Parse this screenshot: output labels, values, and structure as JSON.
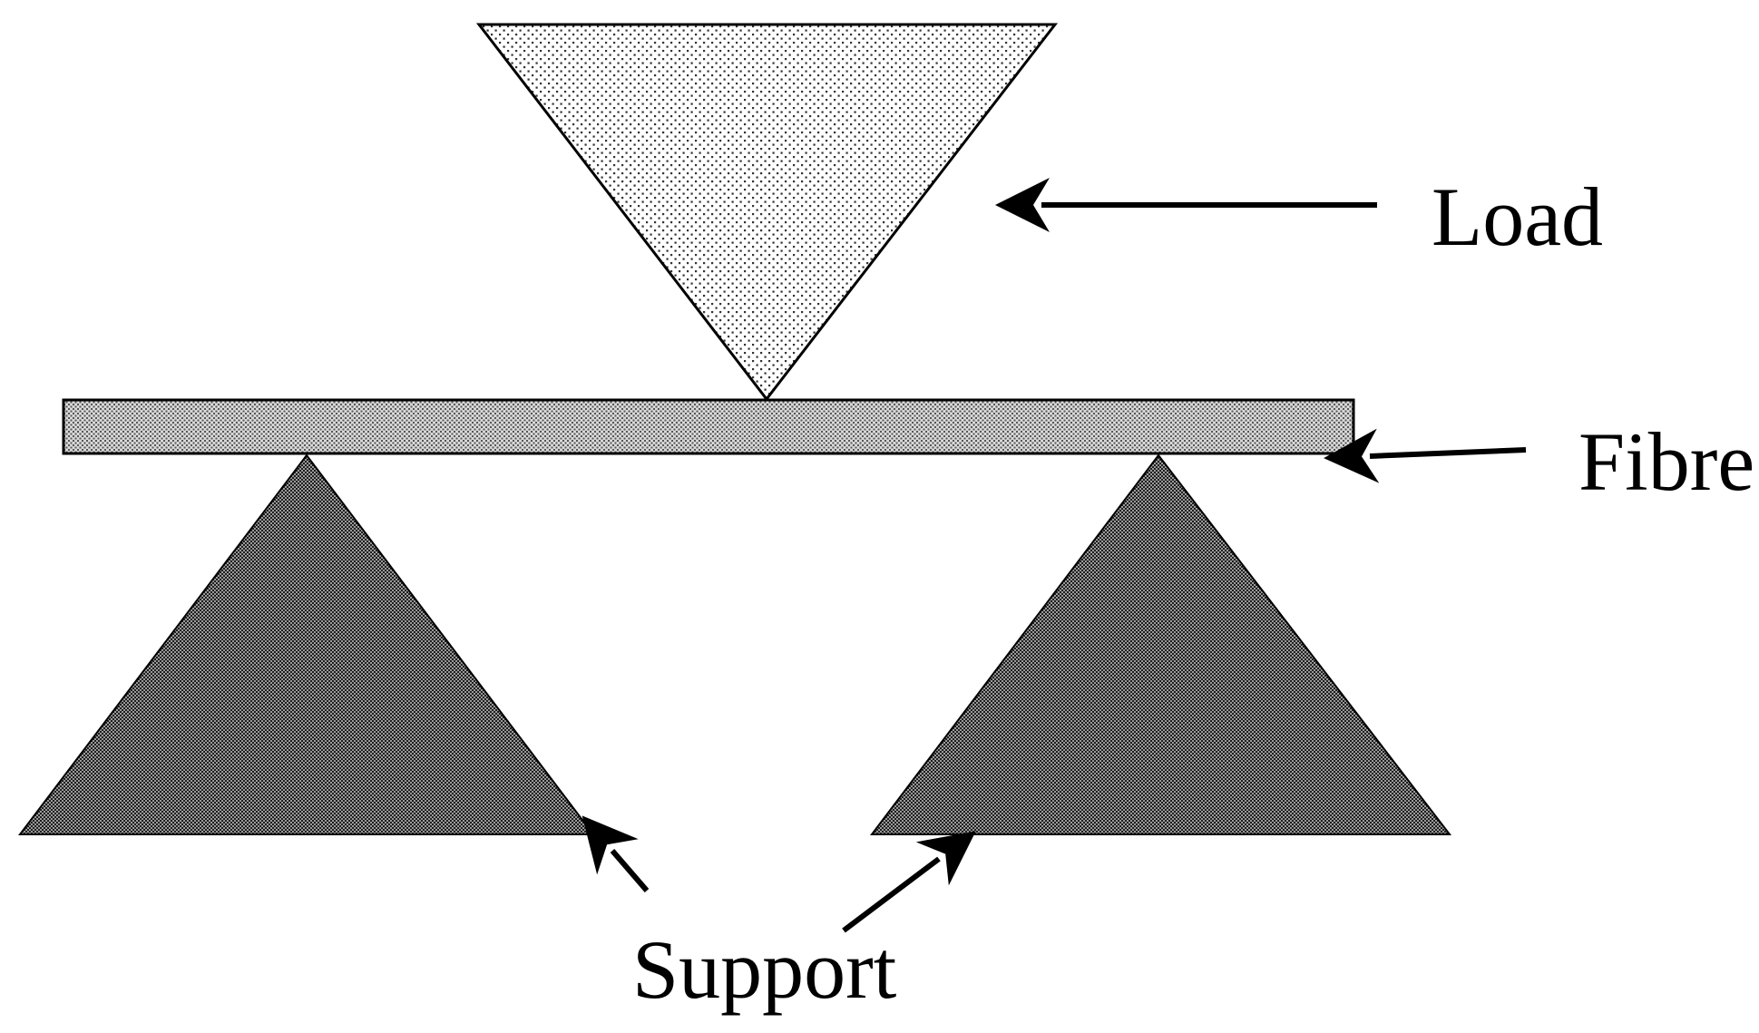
{
  "labels": {
    "load": "Load",
    "fibre": "Fibre",
    "support": "Support"
  },
  "colors": {
    "background": "#ffffff",
    "stroke": "#000000",
    "load_fill_pattern": "sparse-dots",
    "fibre_fill_pattern": "fine-dots",
    "support_fill_pattern": "dense-checker"
  }
}
